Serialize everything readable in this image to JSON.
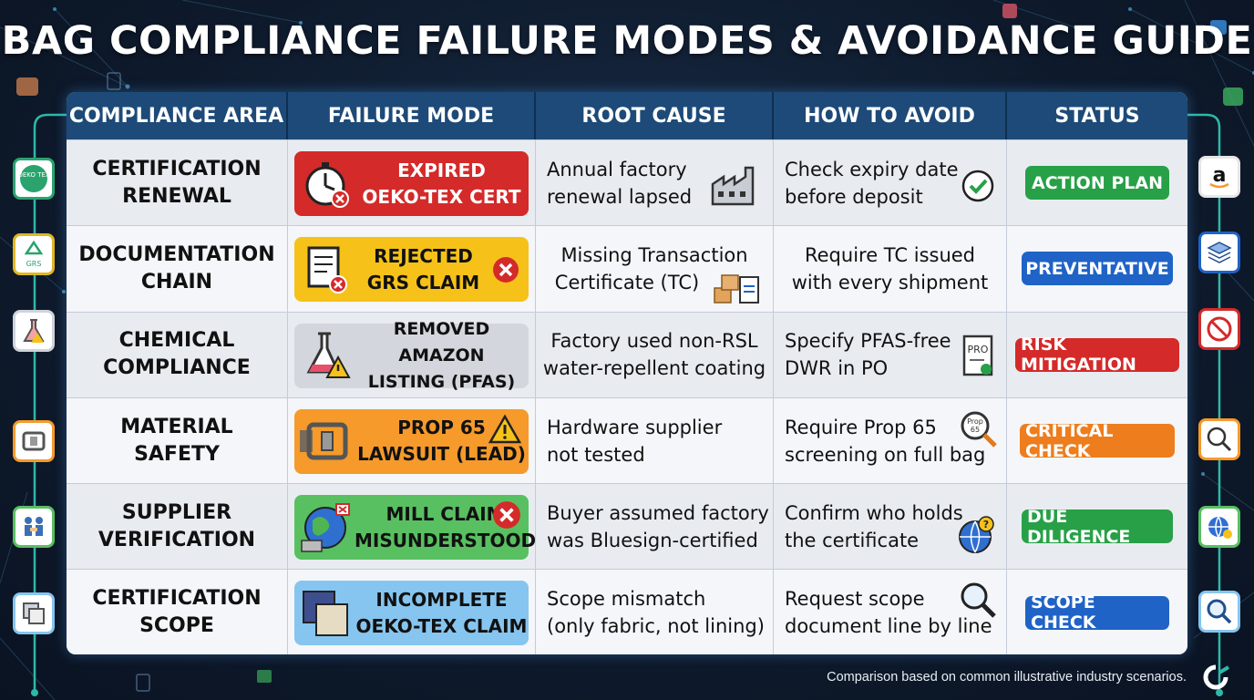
{
  "title": "BAG COMPLIANCE FAILURE MODES & AVOIDANCE GUIDE",
  "headers": [
    "COMPLIANCE AREA",
    "FAILURE MODE",
    "ROOT CAUSE",
    "HOW TO AVOID",
    "STATUS"
  ],
  "rows": [
    {
      "area": [
        "CERTIFICATION",
        "RENEWAL"
      ],
      "failure": [
        "EXPIRED",
        "OEKO-TEX CERT"
      ],
      "failure_color": "#d42a2a",
      "failure_text_color": "#ffffff",
      "failure_icon": "stopwatch-icon",
      "cause": [
        "Annual factory",
        "renewal lapsed"
      ],
      "cause_icon": "factory-icon",
      "avoid": [
        "Check expiry date",
        "before deposit"
      ],
      "avoid_icon": "check-circle-icon",
      "status": "ACTION PLAN",
      "status_color": "#27a047",
      "edge_left_icon": "oeko-tex-icon",
      "edge_right_icon": "amazon-icon"
    },
    {
      "area": [
        "DOCUMENTATION",
        "CHAIN"
      ],
      "failure": [
        "REJECTED",
        "GRS CLAIM"
      ],
      "failure_color": "#f6c21a",
      "failure_text_color": "#111111",
      "failure_icon": "document-icon",
      "cause": [
        "Missing Transaction",
        "Certificate (TC)"
      ],
      "cause_icon": "boxes-document-icon",
      "avoid": [
        "Require TC issued",
        "with every shipment"
      ],
      "avoid_icon": "",
      "status": "PREVENTATIVE",
      "status_color": "#1f63c7",
      "edge_left_icon": "grs-recycle-icon",
      "edge_right_icon": "layers-icon"
    },
    {
      "area": [
        "CHEMICAL",
        "COMPLIANCE"
      ],
      "failure": [
        "REMOVED AMAZON",
        "LISTING (PFAS)"
      ],
      "failure_color": "#d3d7dd",
      "failure_text_color": "#111111",
      "failure_icon": "flask-warning-icon",
      "cause": [
        "Factory used non-RSL",
        "water-repellent coating"
      ],
      "cause_icon": "",
      "avoid": [
        "Specify PFAS-free",
        "DWR in PO"
      ],
      "avoid_icon": "po-document-icon",
      "status": "RISK MITIGATION",
      "status_color": "#d42a2a",
      "edge_left_icon": "flask-icon",
      "edge_right_icon": "no-pfas-icon"
    },
    {
      "area": [
        "MATERIAL",
        "SAFETY"
      ],
      "failure": [
        "PROP 65",
        "LAWSUIT (LEAD)"
      ],
      "failure_color": "#f59a2b",
      "failure_text_color": "#111111",
      "failure_icon": "buckle-icon",
      "cause": [
        "Hardware supplier",
        "not tested"
      ],
      "cause_icon": "",
      "avoid": [
        "Require Prop 65",
        "screening on full bag"
      ],
      "avoid_icon": "prop65-magnifier-icon",
      "status": "CRITICAL CHECK",
      "status_color": "#ee7d1d",
      "edge_left_icon": "buckle-icon",
      "edge_right_icon": "prop65-icon"
    },
    {
      "area": [
        "SUPPLIER",
        "VERIFICATION"
      ],
      "failure": [
        "MILL CLAIM",
        "MISUNDERSTOOD"
      ],
      "failure_color": "#58c061",
      "failure_text_color": "#111111",
      "failure_icon": "globe-factory-icon",
      "cause": [
        "Buyer assumed factory",
        "was Bluesign-certified"
      ],
      "cause_icon": "",
      "avoid": [
        "Confirm who holds",
        "the certificate"
      ],
      "avoid_icon": "globe-question-icon",
      "status": "DUE DILIGENCE",
      "status_color": "#27a047",
      "edge_left_icon": "handshake-icon",
      "edge_right_icon": "globe-icon"
    },
    {
      "area": [
        "CERTIFICATION",
        "SCOPE"
      ],
      "failure": [
        "INCOMPLETE",
        "OEKO-TEX CLAIM"
      ],
      "failure_color": "#86c5ef",
      "failure_text_color": "#111111",
      "failure_icon": "fabric-swatch-icon",
      "cause": [
        "Scope mismatch",
        "(only fabric, not lining)"
      ],
      "cause_icon": "",
      "avoid": [
        "Request scope",
        "document line by line"
      ],
      "avoid_icon": "magnifier-icon",
      "status": "SCOPE CHECK",
      "status_color": "#1f63c7",
      "edge_left_icon": "swatch-icon",
      "edge_right_icon": "magnifier-icon"
    }
  ],
  "edge_left_labels": [
    "OEKO TEX",
    "GRS"
  ],
  "footer": "Comparison based on common illustrative industry scenarios."
}
